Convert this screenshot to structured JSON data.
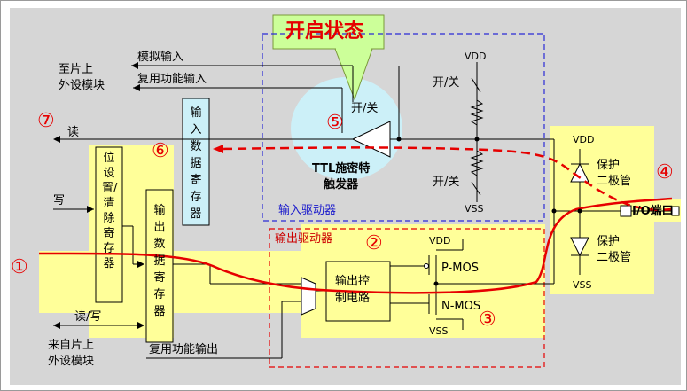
{
  "labels": {
    "state_callout": "开启状态",
    "analog_input": "模拟输入",
    "alt_func_input": "复用功能输入",
    "to_onchip_periph": "至片上\n外设模块",
    "read": "读",
    "write": "写",
    "read_write": "读/写",
    "from_onchip_periph": "来自片上\n外设模块",
    "alt_func_output": "复用功能输出",
    "bit_set_reset_reg": "位设置/清除寄存器",
    "output_data_reg": "输出数据寄存器",
    "input_data_reg": "输入数据寄存器",
    "onoff_top": "开/关",
    "onoff_mid": "开/关",
    "onoff_lower": "开/关",
    "ttl_schmitt": "TTL施密特\n触发器",
    "input_driver": "输入驱动器",
    "output_driver": "输出驱动器",
    "output_control": "输出控\n制电路",
    "pmos": "P-MOS",
    "nmos": "N-MOS",
    "vdd_1": "VDD",
    "vss_1": "VSS",
    "vdd_2": "VDD",
    "vss_2": "VSS",
    "vdd_3": "VDD",
    "vss_3": "VSS",
    "protect_diode_top": "保护\n二极管",
    "protect_diode_bottom": "保护\n二极管",
    "io_pin": "I/O端口"
  },
  "markers": {
    "m1": "①",
    "m2": "②",
    "m3": "③",
    "m4": "④",
    "m5": "⑤",
    "m6": "⑥",
    "m7": "⑦"
  },
  "colors": {
    "panel": "#d6d6d6",
    "highlight_yellow": "#ffff99",
    "callout_green": "#ccff99",
    "bubble_cyan": "#ccf0f8",
    "red_path": "#e60000",
    "blue_dash": "#2b2bd6",
    "red_dash": "#e60000"
  }
}
